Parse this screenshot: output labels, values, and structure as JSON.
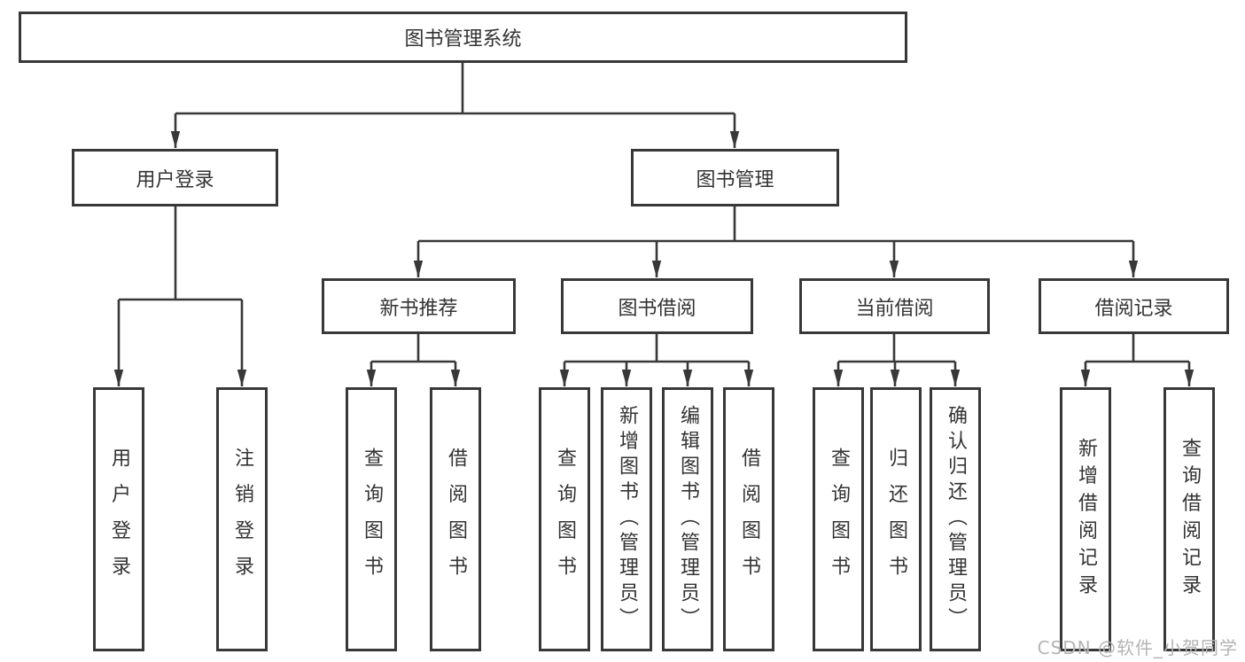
{
  "diagram": {
    "root": {
      "label": "图书管理系统"
    },
    "level2": [
      {
        "label": "用户登录"
      },
      {
        "label": "图书管理"
      }
    ],
    "level3": [
      {
        "label": "新书推荐"
      },
      {
        "label": "图书借阅"
      },
      {
        "label": "当前借阅"
      },
      {
        "label": "借阅记录"
      }
    ],
    "leaves": [
      "用户登录",
      "注销登录",
      "查询图书",
      "借阅图书",
      "查询图书",
      "新增图书（管理员）",
      "编辑图书（管理员）",
      "借阅图书",
      "查询图书",
      "归还图书",
      "确认归还（管理员）",
      "新增借阅记录",
      "查询借阅记录"
    ]
  },
  "watermark": {
    "text": "CSDN @软件_小贺同学"
  },
  "colors": {
    "line": "#383838",
    "text": "#333333",
    "watermark": "#b4b4b4",
    "background": "#ffffff"
  }
}
